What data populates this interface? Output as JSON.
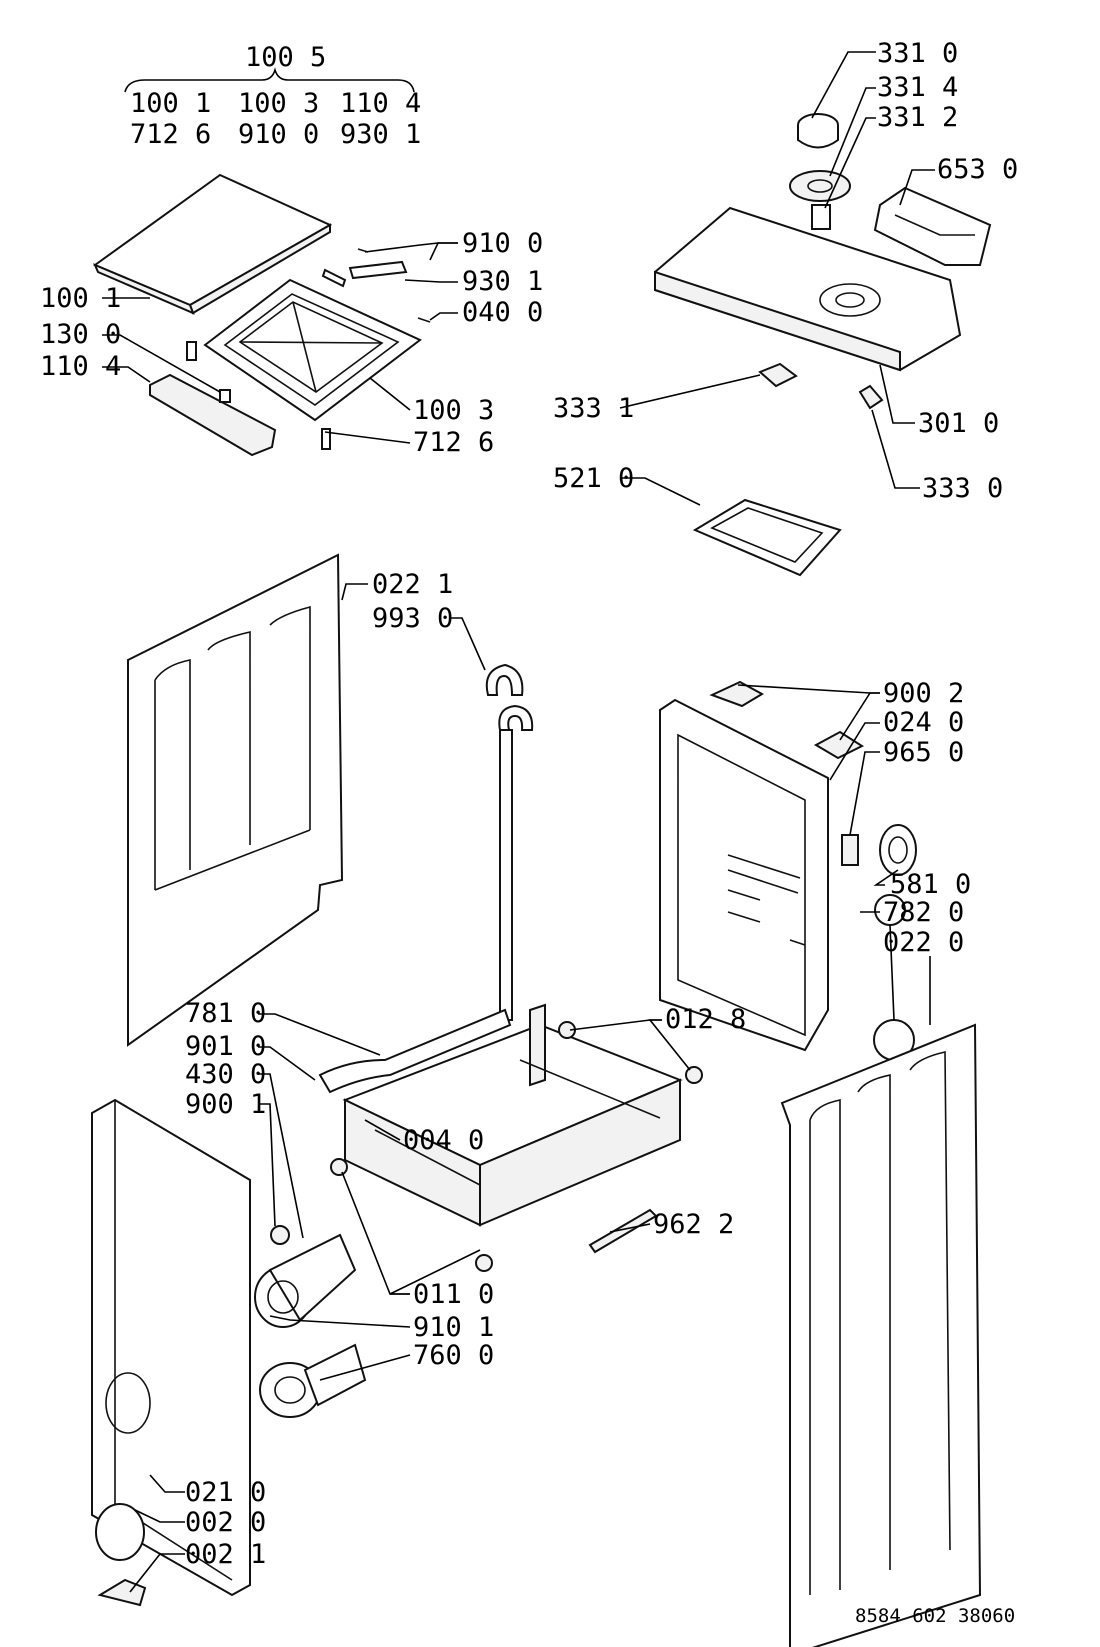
{
  "kit_header": {
    "kit": "100 5",
    "row1": [
      "100 1",
      "100 3",
      "110 4"
    ],
    "row2": [
      "712 6",
      "910 0",
      "930 1"
    ]
  },
  "callouts": {
    "p331_0": "331 0",
    "p331_4": "331 4",
    "p331_2": "331 2",
    "p653_0": "653 0",
    "p910_0": "910 0",
    "p930_1": "930 1",
    "p040_0": "040 0",
    "p100_1": "100 1",
    "p130_0": "130 0",
    "p110_4": "110 4",
    "p100_3": "100 3",
    "p712_6": "712 6",
    "p333_1": "333 1",
    "p301_0": "301 0",
    "p333_0": "333 0",
    "p521_0": "521 0",
    "p022_1": "022 1",
    "p993_0": "993 0",
    "p900_2": "900 2",
    "p024_0": "024 0",
    "p965_0": "965 0",
    "p581_0": "581 0",
    "p782_0": "782 0",
    "p022_0": "022 0",
    "p781_0": "781 0",
    "p012_8": "012 8",
    "p901_0": "901 0",
    "p430_0": "430 0",
    "p900_1": "900 1",
    "p004_0": "004 0",
    "p962_2": "962 2",
    "p011_0": "011 0",
    "p910_1": "910 1",
    "p760_0": "760 0",
    "p021_0": "021 0",
    "p002_0": "002 0",
    "p002_1": "002 1"
  },
  "reference": "8584 602 38060"
}
